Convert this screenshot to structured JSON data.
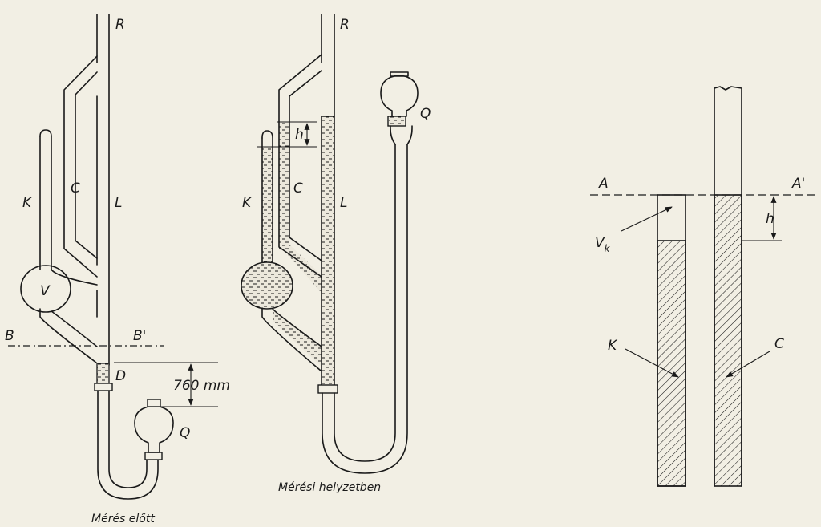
{
  "figure_left": {
    "labels": {
      "r": "R",
      "k": "K",
      "c": "C",
      "l": "L",
      "v": "V",
      "b": "B",
      "b_prime": "B'",
      "d": "D",
      "height": "760 mm",
      "q": "Q"
    },
    "caption": "Mérés előtt"
  },
  "figure_middle": {
    "labels": {
      "r": "R",
      "k": "K",
      "c": "C",
      "l": "L",
      "h": "h",
      "q": "Q"
    },
    "caption": "Mérési helyzetben"
  },
  "figure_right": {
    "labels": {
      "a": "A",
      "a_prime": "A'",
      "h": "h",
      "v": "V",
      "v_sub": "k",
      "k": "K",
      "c": "C"
    }
  },
  "colors": {
    "paper": "#f2efe4",
    "ink": "#1a1a1a"
  }
}
